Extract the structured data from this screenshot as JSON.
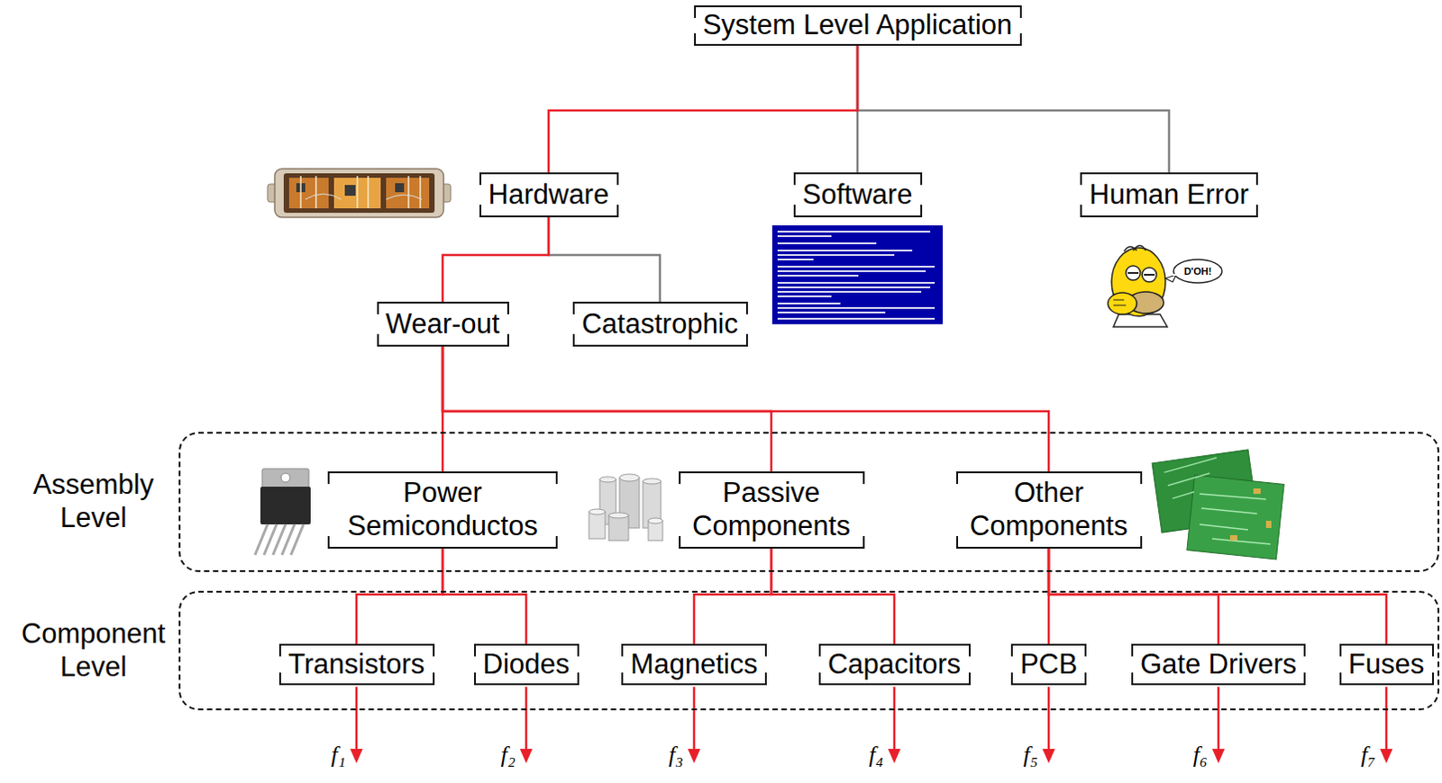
{
  "diagram": {
    "nodes": [
      {
        "text": [
          "System Level Application"
        ]
      },
      {
        "text": [
          "Hardware"
        ]
      },
      {
        "text": [
          "Software"
        ]
      },
      {
        "text": [
          "Human Error"
        ]
      },
      {
        "text": [
          "Wear-out"
        ]
      },
      {
        "text": [
          "Catastrophic"
        ]
      },
      {
        "text": [
          "Assembly Level"
        ]
      },
      {
        "text": [
          "Power Semiconductos"
        ],
        "in": 6
      },
      {
        "text": [
          "Passive Components"
        ],
        "in": 6
      },
      {
        "text": [
          "Other Components"
        ],
        "in": 6
      },
      {
        "text": [
          "Component Level"
        ]
      },
      {
        "text": [
          "Transistors"
        ],
        "in": 10
      },
      {
        "text": [
          "Diodes"
        ],
        "in": 10
      },
      {
        "text": [
          "Magnetics"
        ],
        "in": 10
      },
      {
        "text": [
          "Capacitors"
        ],
        "in": 10
      },
      {
        "text": [
          "PCB"
        ],
        "in": 10
      },
      {
        "text": [
          "Gate Drivers"
        ],
        "in": 10
      },
      {
        "text": [
          "Fuses"
        ],
        "in": 10
      }
    ],
    "edges": [
      {
        "from": 0,
        "to": 1,
        "arrow": "none"
      },
      {
        "from": 0,
        "to": 2,
        "arrow": "none"
      },
      {
        "from": 0,
        "to": 3,
        "arrow": "none"
      },
      {
        "from": 1,
        "to": 4,
        "arrow": "none"
      },
      {
        "from": 1,
        "to": 5,
        "arrow": "none"
      },
      {
        "from": 4,
        "to": 7,
        "arrow": "none"
      },
      {
        "from": 4,
        "to": 8,
        "arrow": "none"
      },
      {
        "from": 4,
        "to": 9,
        "arrow": "none"
      },
      {
        "from": 7,
        "to": 11,
        "arrow": "none"
      },
      {
        "from": 7,
        "to": 12,
        "arrow": "none"
      },
      {
        "from": 8,
        "to": 13,
        "arrow": "none"
      },
      {
        "from": 8,
        "to": 14,
        "arrow": "none"
      },
      {
        "from": 9,
        "to": 15,
        "arrow": "none"
      },
      {
        "from": 9,
        "to": 16,
        "arrow": "none"
      },
      {
        "from": 9,
        "to": 17,
        "arrow": "none"
      }
    ],
    "labels": [
      "D'OH!",
      "f₁",
      "f₂",
      "f₃",
      "f₄",
      "f₅",
      "f₆",
      "f₇"
    ]
  }
}
